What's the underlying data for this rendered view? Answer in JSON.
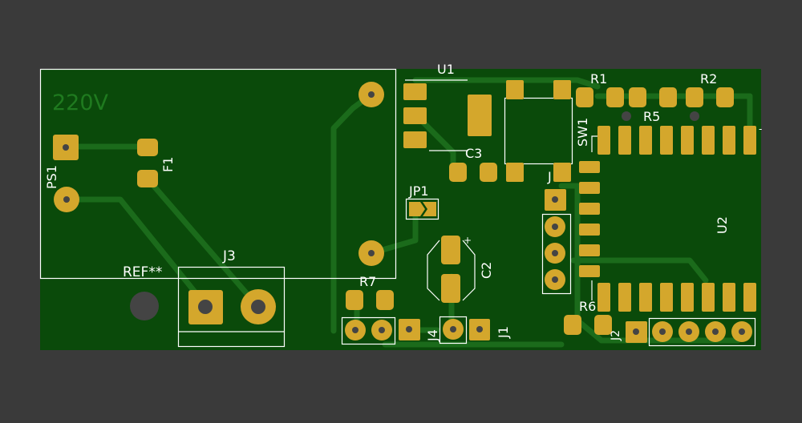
{
  "colors": {
    "background": "#3a3a3a",
    "board": "#0a4a0a",
    "trace": "#1b6b1b",
    "pad": "#d4a72c",
    "silk": "#ffffff",
    "silk_faded": "#1f7a1f",
    "hole": "#444444"
  },
  "silkscreen_text": {
    "label_220v": "220V",
    "u1": "U1",
    "r1": "R1",
    "r2": "R2",
    "r5": "R5",
    "sw1": "SW1",
    "c3": "C3",
    "jp1": "JP1",
    "c2": "C2",
    "c2_plus": "+",
    "u2": "U2",
    "ps1": "PS1",
    "f1": "F1",
    "j3": "J3",
    "ref": "REF**",
    "r7": "R7",
    "r6": "R6",
    "j4": "J4",
    "j1": "J1",
    "j2": "J2",
    "j_small": "J"
  }
}
